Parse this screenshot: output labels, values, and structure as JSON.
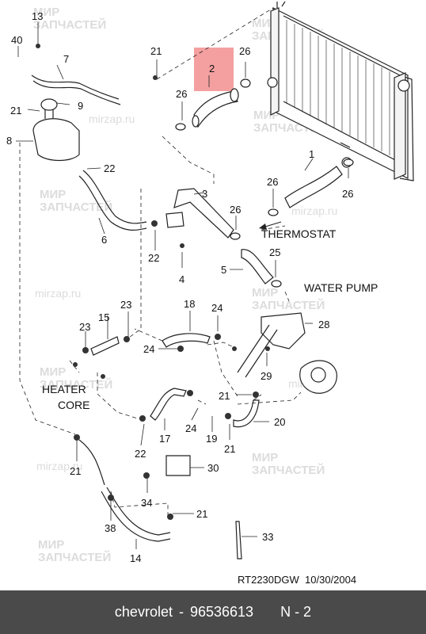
{
  "labels": {
    "tag_thermostat": "THERMOSTAT",
    "tag_water_pump": "WATER PUMP",
    "tag_heater_core_line1": "HEATER",
    "tag_heater_core_line2": "CORE"
  },
  "callouts": [
    "13",
    "40",
    "7",
    "21",
    "9",
    "8",
    "22",
    "6",
    "21",
    "2",
    "26",
    "26",
    "1",
    "26",
    "26",
    "3",
    "26",
    "22",
    "4",
    "5",
    "25",
    "23",
    "15",
    "23",
    "18",
    "24",
    "24",
    "28",
    "29",
    "21",
    "24",
    "19",
    "21",
    "20",
    "17",
    "22",
    "21",
    "30",
    "34",
    "38",
    "21",
    "33",
    "14"
  ],
  "drawing": {
    "code": "RT2230DGW",
    "date": "10/30/2004"
  },
  "footer": {
    "brand": "chevrolet",
    "separator": "-",
    "part_number": "96536613",
    "position": "N - 2"
  },
  "watermark": {
    "line1": "МИР",
    "line2": "ЗАПЧАСТЕЙ",
    "site": "mirzap.ru"
  },
  "colors": {
    "highlight": "#f08080",
    "footer_bg": "#4a4a4a",
    "line": "#222222"
  }
}
